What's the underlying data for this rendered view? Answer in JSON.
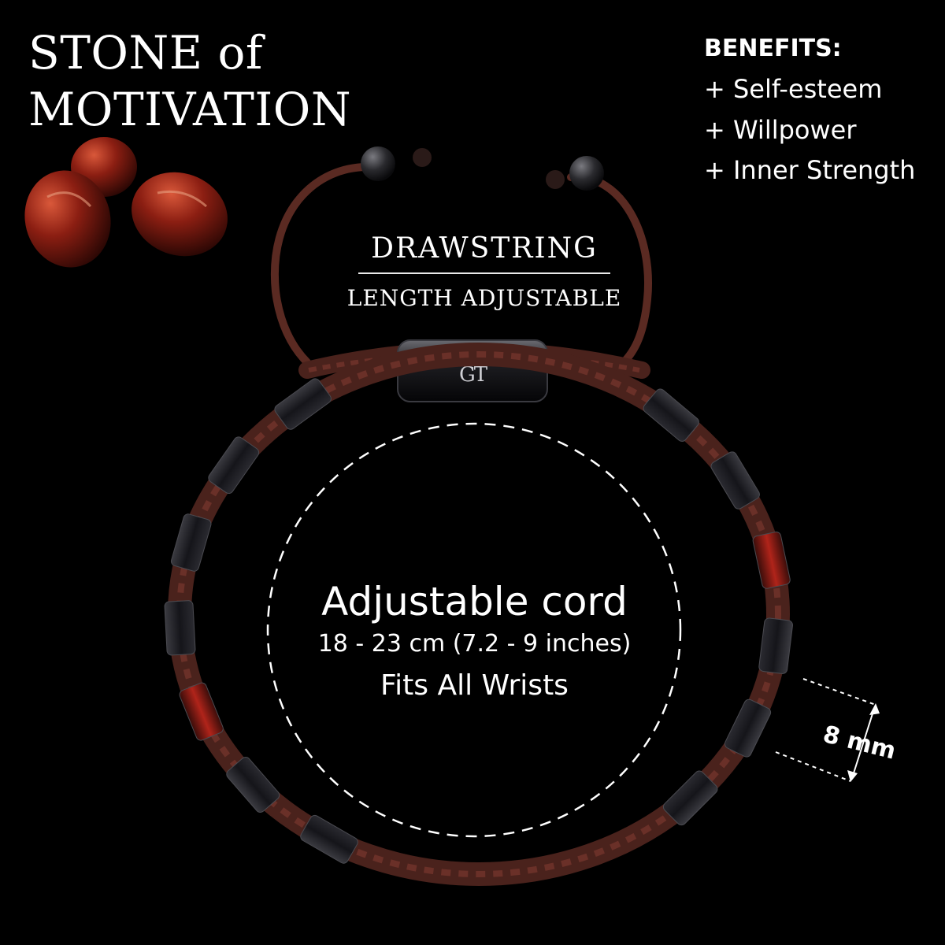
{
  "title": {
    "line1": "STONE of",
    "line2": "MOTIVATION"
  },
  "benefits": {
    "heading": "BENEFITS:",
    "items": [
      "+ Self-esteem",
      "+ Willpower",
      "+ Inner Strength"
    ]
  },
  "drawstring": {
    "title": "DRAWSTRING",
    "subtitle": "LENGTH ADJUSTABLE"
  },
  "cord": {
    "title": "Adjustable cord",
    "size": "18 - 23 cm (7.2 - 9 inches)",
    "fit": "Fits All Wrists"
  },
  "bead_width": "8 mm",
  "clasp_logo": "GT",
  "colors": {
    "background": "#000000",
    "cord": "#5a2a22",
    "stone": "#8b1e12",
    "bead": "#1a1a1e",
    "text": "#ffffff"
  }
}
